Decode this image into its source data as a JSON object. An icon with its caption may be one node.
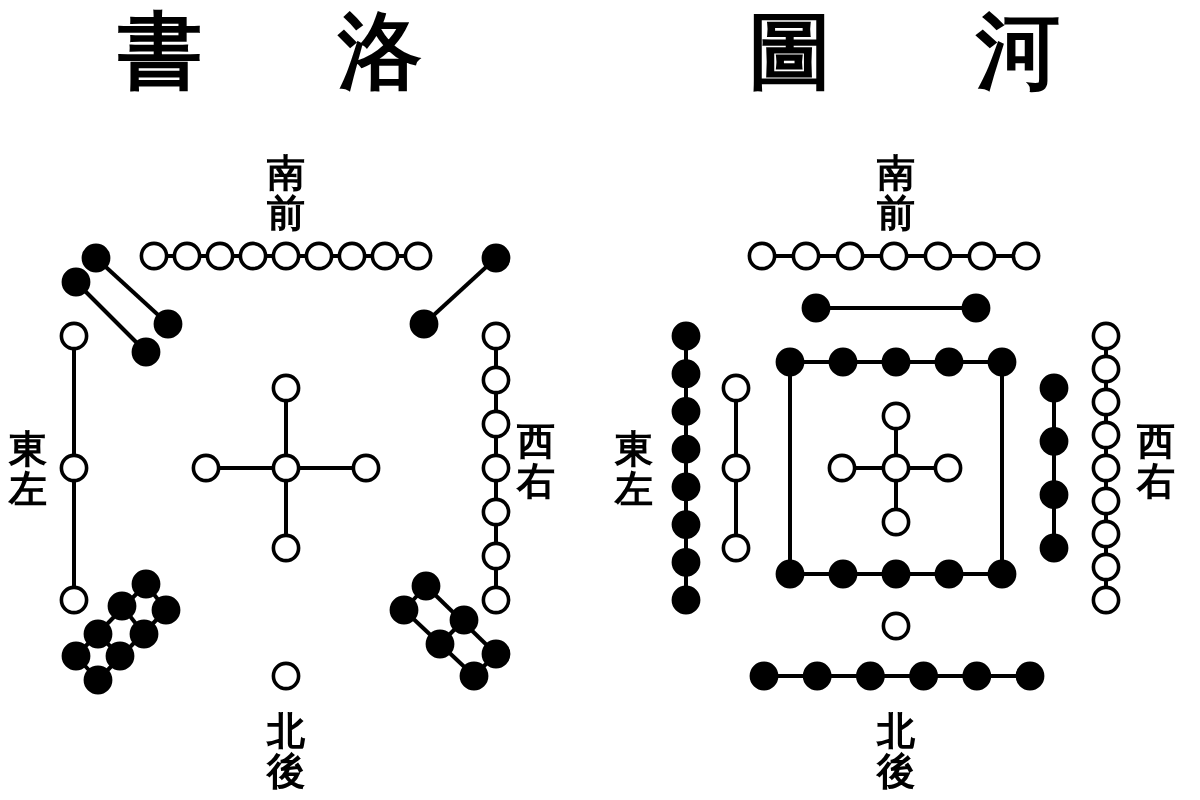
{
  "diagram": {
    "labels": [
      "書洛",
      "圖河",
      "南前",
      "東左",
      "西右",
      "北後",
      "南前",
      "東左",
      "西右",
      "北後"
    ]
  }
}
